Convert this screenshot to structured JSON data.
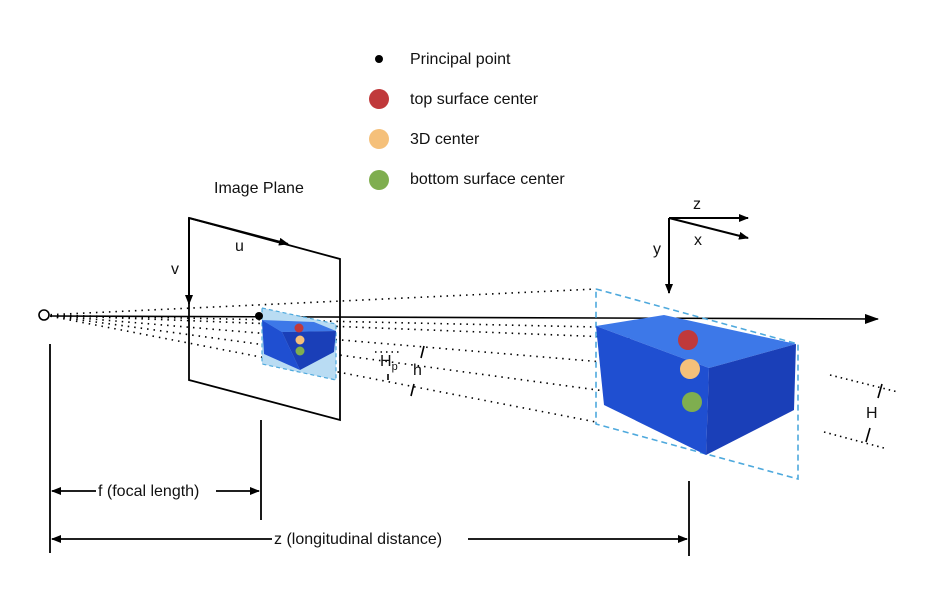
{
  "legend": [
    {
      "name": "principal-point",
      "label": "Principal point",
      "color": "#000000",
      "kind": "small-dot"
    },
    {
      "name": "top-surface-center",
      "label": "top surface center",
      "color": "#c0393b"
    },
    {
      "name": "3d-center",
      "label": "3D center",
      "color": "#f5c07a"
    },
    {
      "name": "bottom-surface-center",
      "label": "bottom surface center",
      "color": "#7fae4f"
    }
  ],
  "labels": {
    "image_plane": "Image Plane",
    "u": "u",
    "v": "v",
    "hp_main": "H",
    "hp_sub": "p",
    "h": "h",
    "H": "H",
    "axis_z": "z",
    "axis_x": "x",
    "axis_y": "y",
    "focal_length": "f (focal length)",
    "longitudinal_distance": "z (longitudinal distance)"
  },
  "colors": {
    "box_front": "#1f4fd1",
    "box_top": "#3d78e8",
    "box_side": "#1a3fb8",
    "projection_fill": "#b9dcf3",
    "dashed_outline": "#4ea9dd",
    "line": "#000000"
  }
}
